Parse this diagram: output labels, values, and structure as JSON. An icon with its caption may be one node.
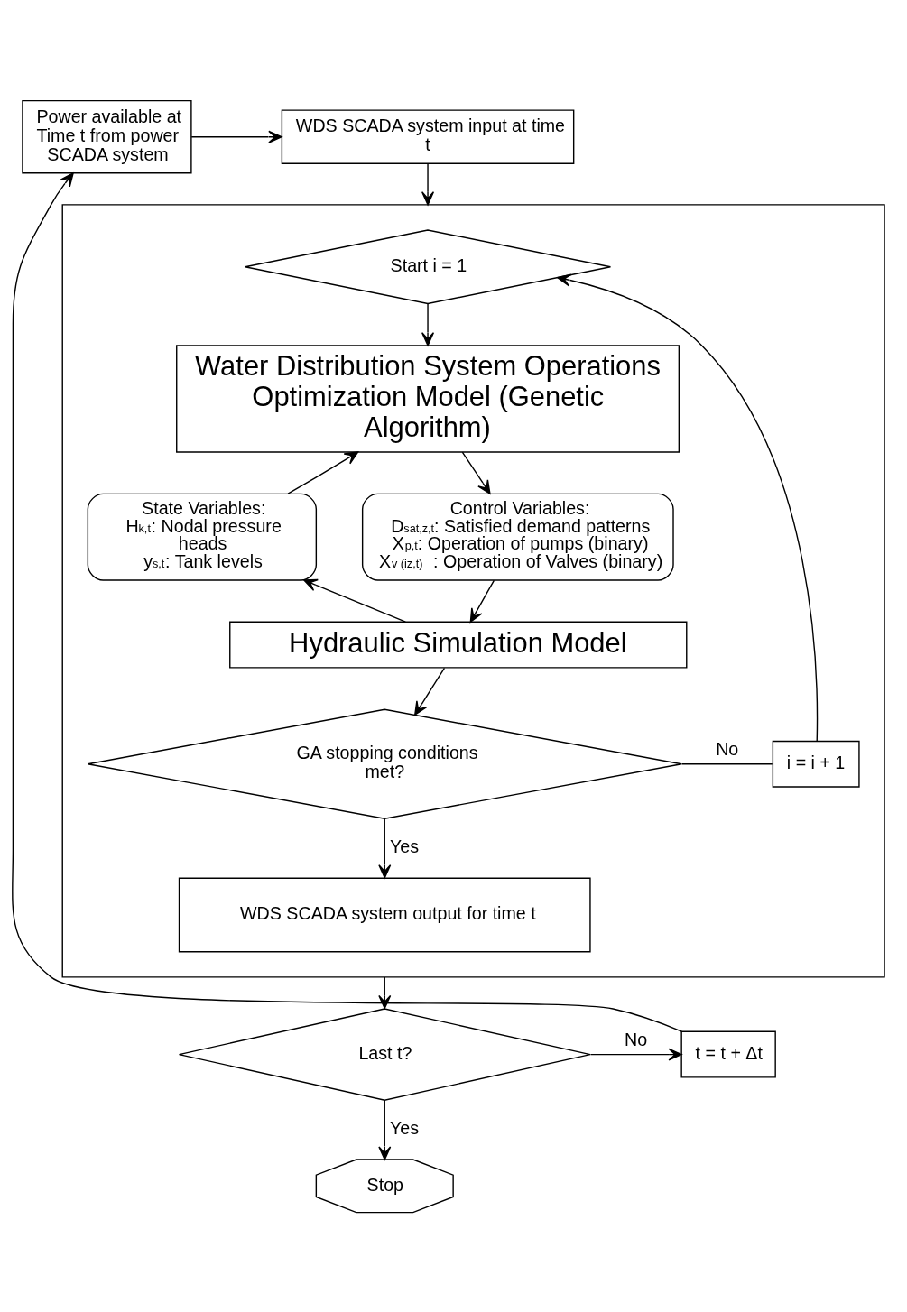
{
  "diagram": {
    "nodes": [
      {
        "text": [
          "Power available at Time t from power SCADA system"
        ]
      },
      {
        "text": [
          "WDS SCADA system input at time t"
        ]
      },
      {
        "text": [],
        "shape": "box"
      },
      {
        "text": [
          "Start i = 1"
        ],
        "in": 2
      },
      {
        "text": [
          "Water Distribution System Operations Optimization Model (Genetic Algorithm)"
        ],
        "in": 2
      },
      {
        "text": [
          "State Variables:",
          "H$_{k,t}$: Nodal pressure heads",
          "y$_{s,t}$: Tank levels"
        ],
        "in": 2
      },
      {
        "text": [
          "Control Variables:",
          "D$_{sat,z,t}$: Satisfied demand patterns",
          "X$_{p,t}$: Operation of pumps (binary)",
          "X$_{v (iz,t)}$ : Operation of Valves (binary)"
        ],
        "in": 2
      },
      {
        "text": [
          "Hydraulic Simulation Model"
        ],
        "in": 2
      },
      {
        "text": [
          "i = i + 1"
        ],
        "in": 2
      },
      {
        "text": [
          "GA stopping conditions met?"
        ],
        "in": 2
      },
      {
        "text": [
          "WDS SCADA system output for time t"
        ],
        "in": 2
      },
      {
        "text": [
          "Last t?"
        ]
      },
      {
        "text": [
          "t = t + Δt"
        ]
      },
      {
        "text": [
          "Stop"
        ]
      }
    ],
    "edges": [
      {
        "from": 0,
        "to": 1,
        "arrow": "to"
      },
      {
        "from": 1,
        "to": 2,
        "arrow": "to"
      },
      {
        "from": 3,
        "to": 4,
        "arrow": "to"
      },
      {
        "from": 4,
        "to": 6,
        "arrow": "to"
      },
      {
        "from": 5,
        "to": 4,
        "arrow": "to"
      },
      {
        "from": 6,
        "to": 7,
        "arrow": "to"
      },
      {
        "from": 7,
        "to": 5,
        "arrow": "to"
      },
      {
        "from": 7,
        "to": 9,
        "arrow": "to"
      },
      {
        "from": 9,
        "to": 8,
        "arrow": "none",
        "label": "No"
      },
      {
        "from": 8,
        "to": 3,
        "arrow": "to"
      },
      {
        "from": 9,
        "to": 10,
        "arrow": "to",
        "label": "Yes"
      },
      {
        "from": 2,
        "to": 11,
        "arrow": "to"
      },
      {
        "from": 11,
        "to": 12,
        "arrow": "to",
        "label": "No"
      },
      {
        "from": 12,
        "to": 0,
        "arrow": "to"
      },
      {
        "from": 11,
        "to": 13,
        "arrow": "to",
        "label": "Yes"
      }
    ]
  }
}
